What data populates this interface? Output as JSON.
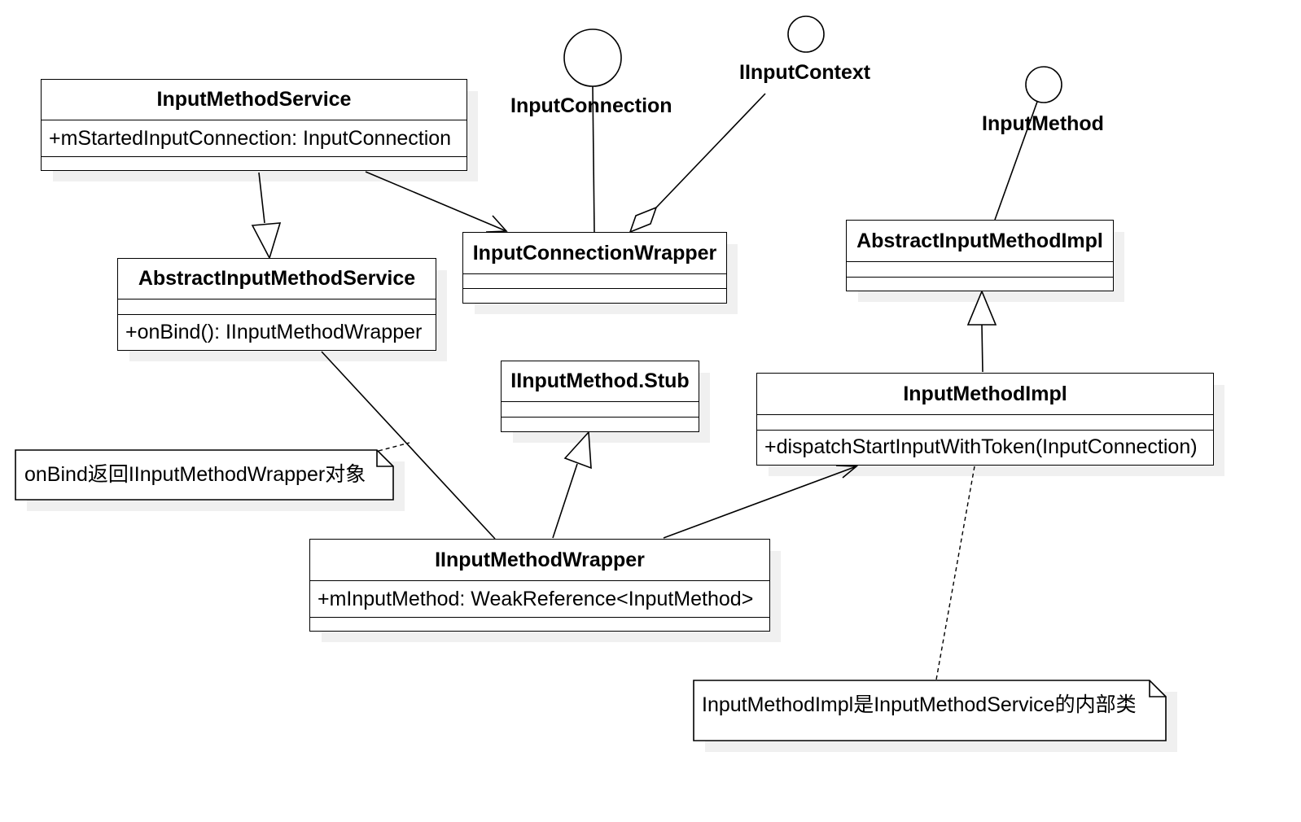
{
  "classes": {
    "input_method_service": {
      "name": "InputMethodService",
      "attribute": "+mStartedInputConnection: InputConnection"
    },
    "abstract_input_method_service": {
      "name": "AbstractInputMethodService",
      "operation": "+onBind(): IInputMethodWrapper"
    },
    "input_connection_wrapper": {
      "name": "InputConnectionWrapper"
    },
    "abstract_input_method_impl": {
      "name": "AbstractInputMethodImpl"
    },
    "iinput_method_stub": {
      "name": "IInputMethod.Stub"
    },
    "input_method_impl": {
      "name": "InputMethodImpl",
      "operation": "+dispatchStartInputWithToken(InputConnection)"
    },
    "iinput_method_wrapper": {
      "name": "IInputMethodWrapper",
      "attribute": "+mInputMethod: WeakReference<InputMethod>"
    }
  },
  "interfaces": {
    "input_connection": "InputConnection",
    "iinput_context": "IInputContext",
    "input_method": "InputMethod"
  },
  "notes": {
    "on_bind_note": "onBind返回IInputMethodWrapper对象",
    "inner_class_note": "InputMethodImpl是InputMethodService的内部类"
  },
  "colors": {
    "line": "#000000",
    "shadow": "#f0f0f0",
    "fill": "#ffffff"
  }
}
